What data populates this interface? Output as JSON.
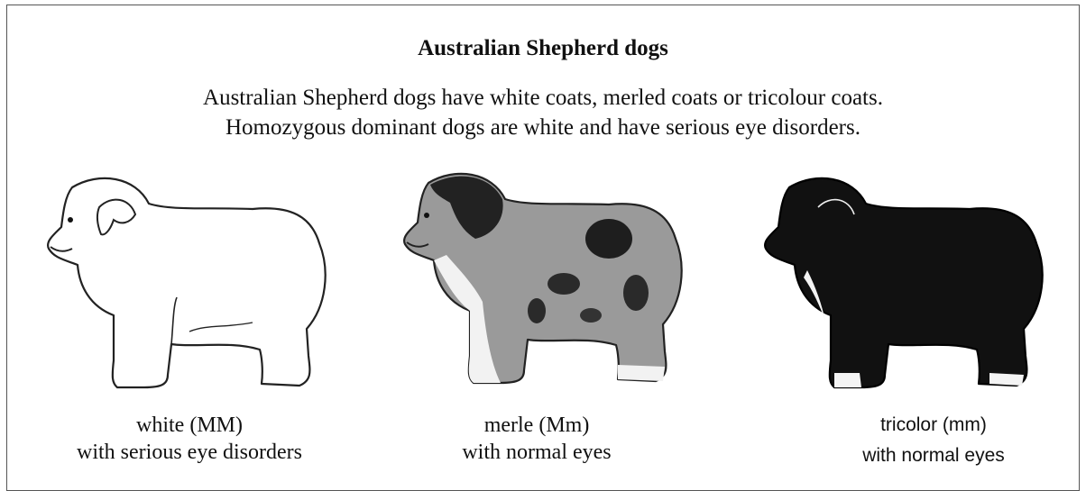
{
  "title": "Australian Shepherd dogs",
  "intro": [
    "Australian Shepherd dogs have white coats, merled coats or tricolour coats.",
    "Homozygous dominant dogs are white and have serious eye disorders."
  ],
  "dogs": [
    {
      "label": "white (MM)",
      "sub": "with serious eye disorders",
      "coat": "#ffffff"
    },
    {
      "label": "merle (Mm)",
      "sub": "with normal eyes",
      "coat": "#9a9a9a"
    },
    {
      "label": "tricolor (mm)",
      "sub": "with normal eyes",
      "coat": "#111111"
    }
  ],
  "colors": {
    "ink": "#111111",
    "border": "#555555"
  }
}
